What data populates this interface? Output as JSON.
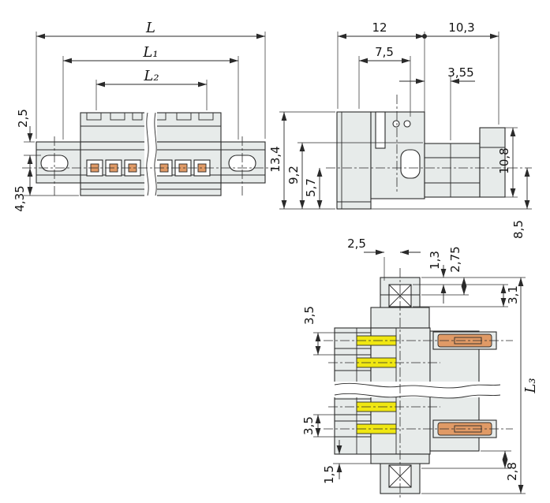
{
  "colors": {
    "line": "#2a2a2a",
    "body_fill": "#e7ebea",
    "contact_yellow": "#f0e712",
    "clamp_orange": "#e09a66"
  },
  "front_view": {
    "dim_L": "L",
    "dim_L1": "L₁",
    "dim_L2": "L₂",
    "dim_2_5": "2,5",
    "dim_4_35": "4,35"
  },
  "side_view": {
    "dim_12": "12",
    "dim_10_3": "10,3",
    "dim_7_5": "7,5",
    "dim_3_55": "3,55",
    "dim_13_4": "13,4",
    "dim_9_2": "9,2",
    "dim_5_7": "5,7",
    "dim_10_8": "10,8",
    "dim_8_5": "8,5"
  },
  "bottom_view": {
    "dim_2_5": "2,5",
    "dim_1_3": "1,3",
    "dim_2_75": "2,75",
    "dim_3_1": "3,1",
    "dim_3_5_upper": "3,5",
    "dim_3_5_lower": "3,5",
    "dim_1_5": "1,5",
    "dim_2_8": "2,8",
    "dim_L3": "L₃"
  }
}
